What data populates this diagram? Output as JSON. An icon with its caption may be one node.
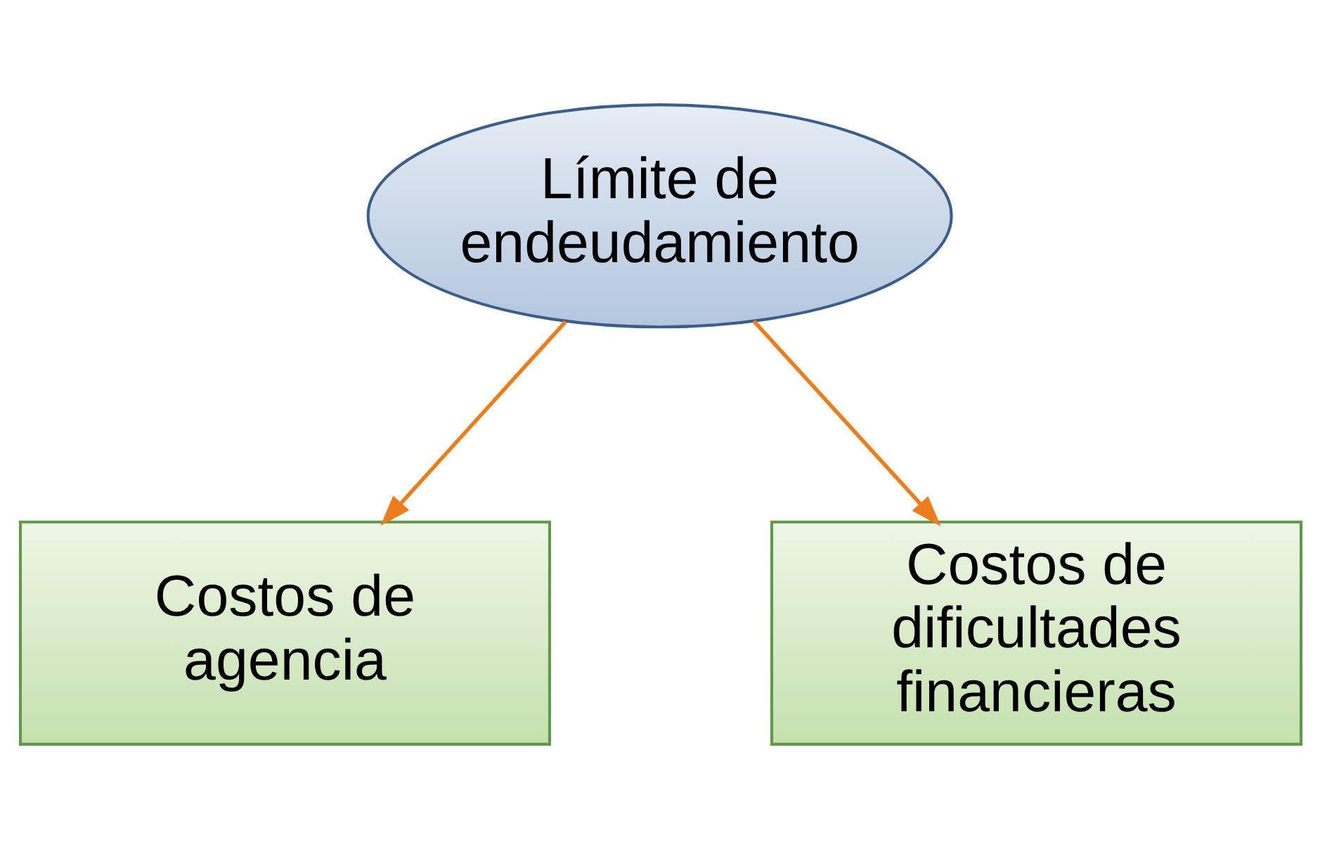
{
  "diagram": {
    "nodes": [
      {
        "text": [
          "Límite de endeudamiento"
        ]
      },
      {
        "text": [
          "Costos de agencia"
        ]
      },
      {
        "text": [
          "Costos de dificultades financieras"
        ]
      }
    ],
    "edges": [
      {
        "from": 0,
        "to": 1,
        "arrow": "to"
      },
      {
        "from": 0,
        "to": 2,
        "arrow": "to"
      }
    ]
  }
}
